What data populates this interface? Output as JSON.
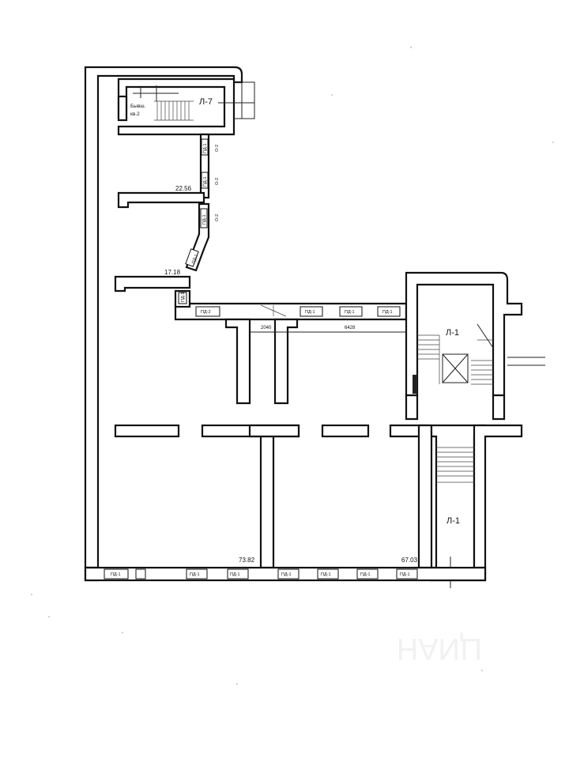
{
  "labels": {
    "stair_note_1": "Бывш.",
    "stair_note_2": "кв.2",
    "stair_top": "Л-7",
    "stair_right": "Л-1",
    "stair_bottom": "Л-1"
  },
  "areas": {
    "room_upper": "22.56",
    "room_middle": "17.18",
    "hall_left": "73.82",
    "hall_right": "67.03"
  },
  "dimensions": {
    "corridor_left": "2040",
    "corridor_right": "6428"
  },
  "window_tags": {
    "pd1": "ПД-1",
    "pd2": "ПД-2",
    "o2": "О-2"
  },
  "watermark": "ЦИАН"
}
